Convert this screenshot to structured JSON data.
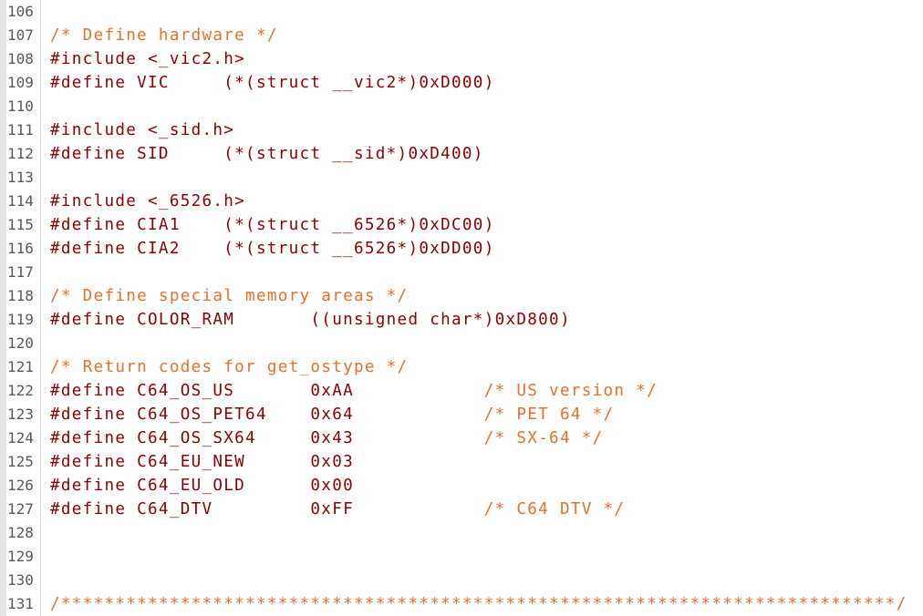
{
  "editor": {
    "lines": [
      {
        "num": "106",
        "type": "blank",
        "text": ""
      },
      {
        "num": "107",
        "type": "comment",
        "text": "/* Define hardware */"
      },
      {
        "num": "108",
        "type": "code",
        "text": "#include <_vic2.h>"
      },
      {
        "num": "109",
        "type": "code",
        "text": "#define VIC     (*(struct __vic2*)0xD000)"
      },
      {
        "num": "110",
        "type": "blank",
        "text": ""
      },
      {
        "num": "111",
        "type": "code",
        "text": "#include <_sid.h>"
      },
      {
        "num": "112",
        "type": "code",
        "text": "#define SID     (*(struct __sid*)0xD400)"
      },
      {
        "num": "113",
        "type": "blank",
        "text": ""
      },
      {
        "num": "114",
        "type": "code",
        "text": "#include <_6526.h>"
      },
      {
        "num": "115",
        "type": "code",
        "text": "#define CIA1    (*(struct __6526*)0xDC00)"
      },
      {
        "num": "116",
        "type": "code",
        "text": "#define CIA2    (*(struct __6526*)0xDD00)"
      },
      {
        "num": "117",
        "type": "blank",
        "text": ""
      },
      {
        "num": "118",
        "type": "comment",
        "text": "/* Define special memory areas */"
      },
      {
        "num": "119",
        "type": "code",
        "text": "#define COLOR_RAM       ((unsigned char*)0xD800)"
      },
      {
        "num": "120",
        "type": "blank",
        "text": ""
      },
      {
        "num": "121",
        "type": "comment",
        "text": "/* Return codes for get_ostype */"
      },
      {
        "num": "122",
        "type": "code_comment",
        "text": "#define C64_OS_US       0xAA            ",
        "comment": "/* US version */"
      },
      {
        "num": "123",
        "type": "code_comment",
        "text": "#define C64_OS_PET64    0x64            ",
        "comment": "/* PET 64 */"
      },
      {
        "num": "124",
        "type": "code_comment",
        "text": "#define C64_OS_SX64     0x43            ",
        "comment": "/* SX-64 */"
      },
      {
        "num": "125",
        "type": "code",
        "text": "#define C64_EU_NEW      0x03"
      },
      {
        "num": "126",
        "type": "code",
        "text": "#define C64_EU_OLD      0x00"
      },
      {
        "num": "127",
        "type": "code_comment",
        "text": "#define C64_DTV         0xFF            ",
        "comment": "/* C64 DTV */"
      },
      {
        "num": "128",
        "type": "blank",
        "text": ""
      },
      {
        "num": "129",
        "type": "blank",
        "text": ""
      },
      {
        "num": "130",
        "type": "blank",
        "text": ""
      },
      {
        "num": "131",
        "type": "comment",
        "text": "/*****************************************************************************/"
      }
    ]
  },
  "colors": {
    "preprocessor": "#8b0000",
    "comment": "#e8702a",
    "line_number": "#595959"
  }
}
